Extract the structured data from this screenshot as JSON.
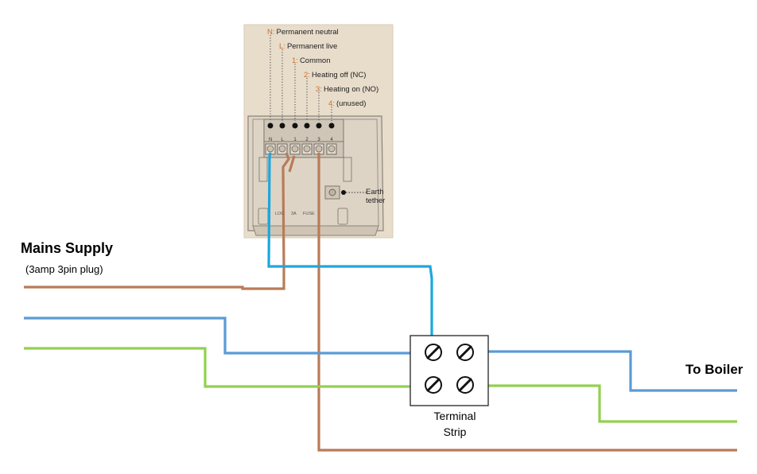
{
  "labels": {
    "mains_title": "Mains Supply",
    "mains_subtitle": "(3amp 3pin plug)",
    "to_boiler": "To Boiler",
    "terminal_strip": "Terminal Strip",
    "earth_tether": "Earth tether"
  },
  "thermostat_terminals": [
    {
      "code": "N",
      "description": "Permanent neutral"
    },
    {
      "code": "L",
      "description": "Permanent live"
    },
    {
      "code": "1",
      "description": "Common"
    },
    {
      "code": "2",
      "description": "Heating off (NC)"
    },
    {
      "code": "3",
      "description": "Heating on (NO)"
    },
    {
      "code": "4",
      "description": "(unused)"
    }
  ],
  "terminal_sockets": [
    "N",
    "L",
    "1",
    "2",
    "3",
    "4"
  ],
  "backplate_text": [
    "LOC",
    "3A",
    "FUSE"
  ],
  "colors": {
    "brown_wire": "#b97b57",
    "blue_wire": "#5b9bd5",
    "cyan_wire": "#1ca7dc",
    "green_wire": "#92d050",
    "photo_background": "#e8dccb",
    "terminal_code_orange": "#c8702e"
  }
}
